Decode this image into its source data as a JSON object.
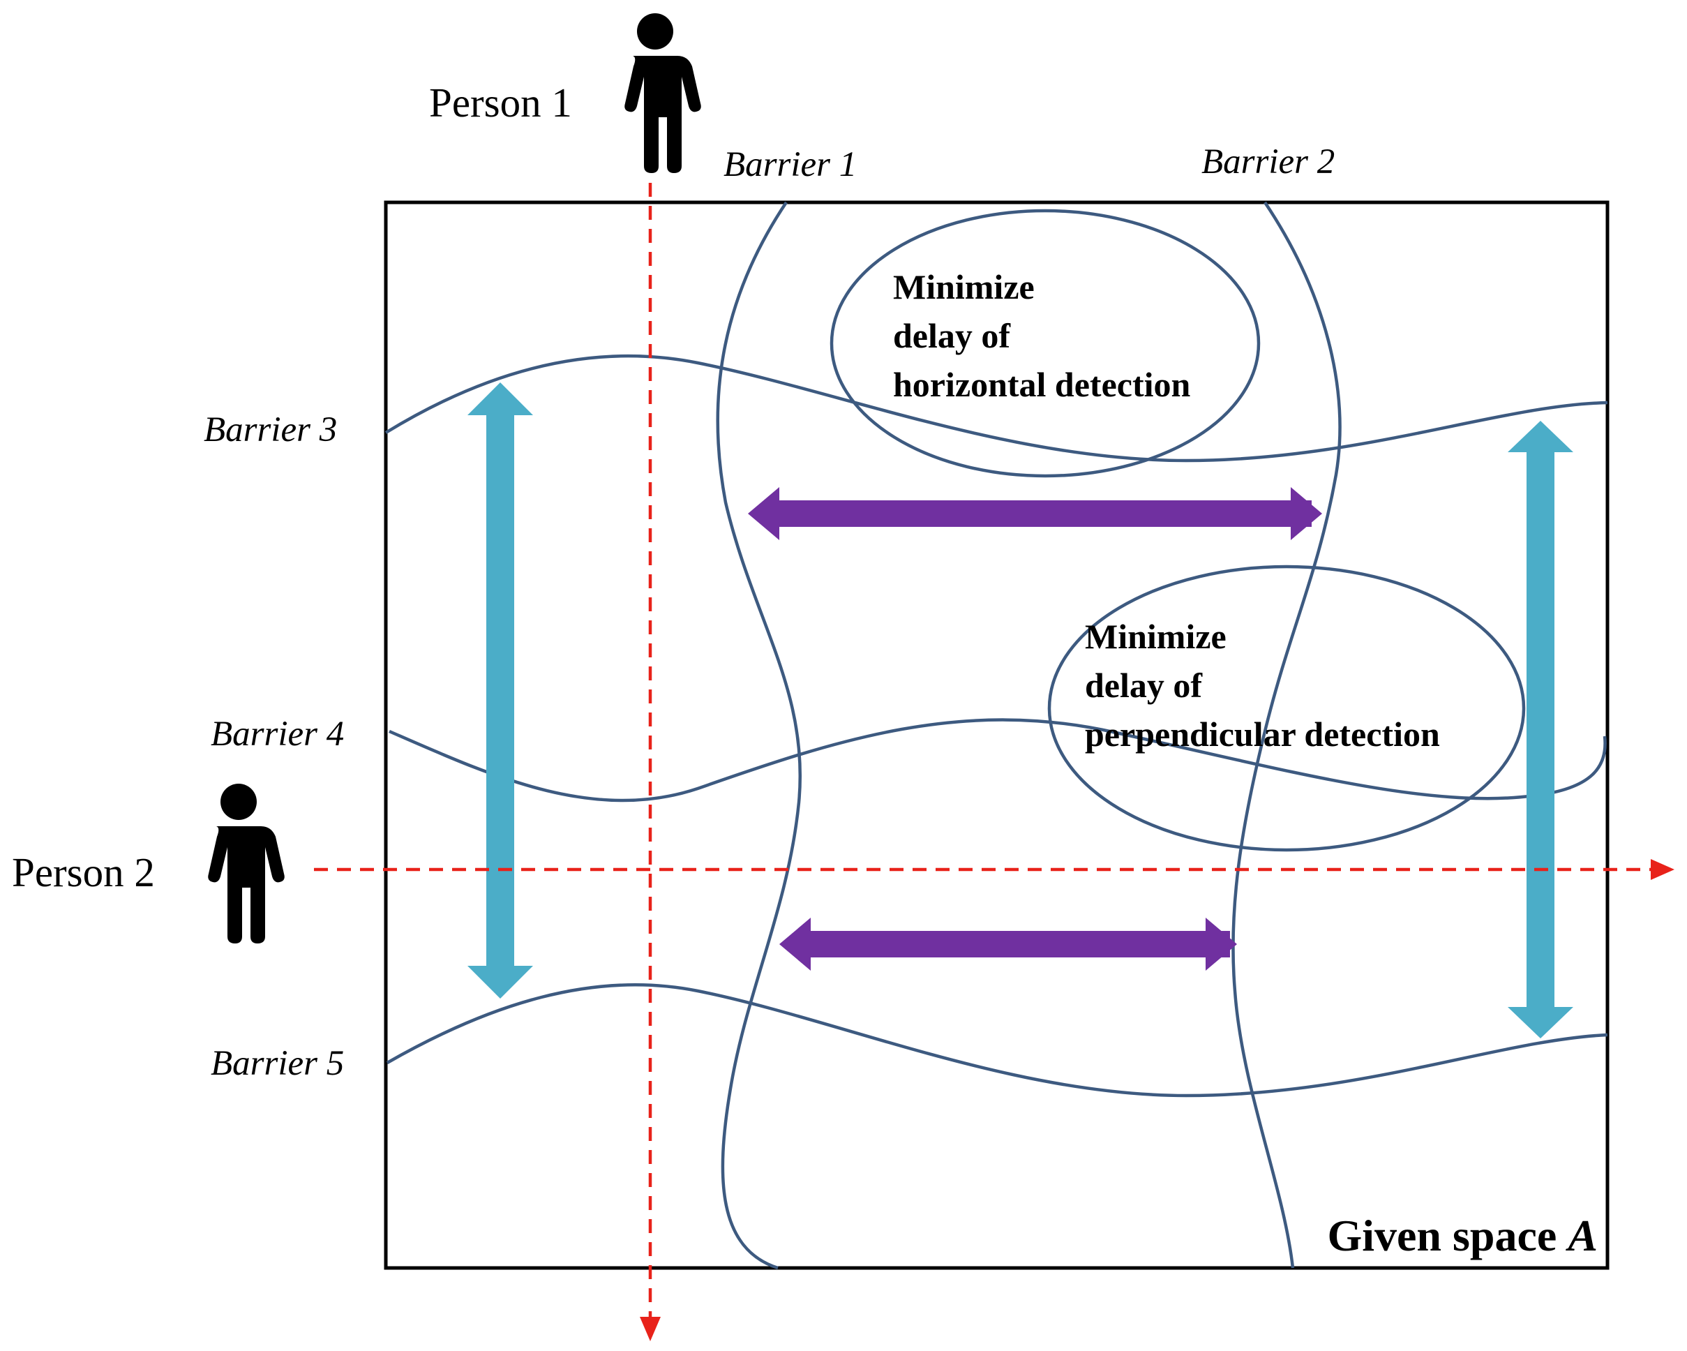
{
  "persons": [
    {
      "label": "Person 1"
    },
    {
      "label": "Person 2"
    }
  ],
  "barriers": [
    {
      "label": "Barrier 1"
    },
    {
      "label": "Barrier 2"
    },
    {
      "label": "Barrier 3"
    },
    {
      "label": "Barrier 4"
    },
    {
      "label": "Barrier 5"
    }
  ],
  "goals": {
    "horizontal": [
      "Minimize",
      "delay of",
      "horizontal detection"
    ],
    "perpendicular": [
      "Minimize",
      "delay of",
      "perpendicular detection"
    ]
  },
  "space": {
    "label": "Given space ",
    "symbol": "A"
  },
  "colors": {
    "barrier": "#3d5a80",
    "path": "#e8221a",
    "vertical_arrow": "#4badc8",
    "horizontal_arrow": "#7030a0",
    "person": "#000000"
  }
}
